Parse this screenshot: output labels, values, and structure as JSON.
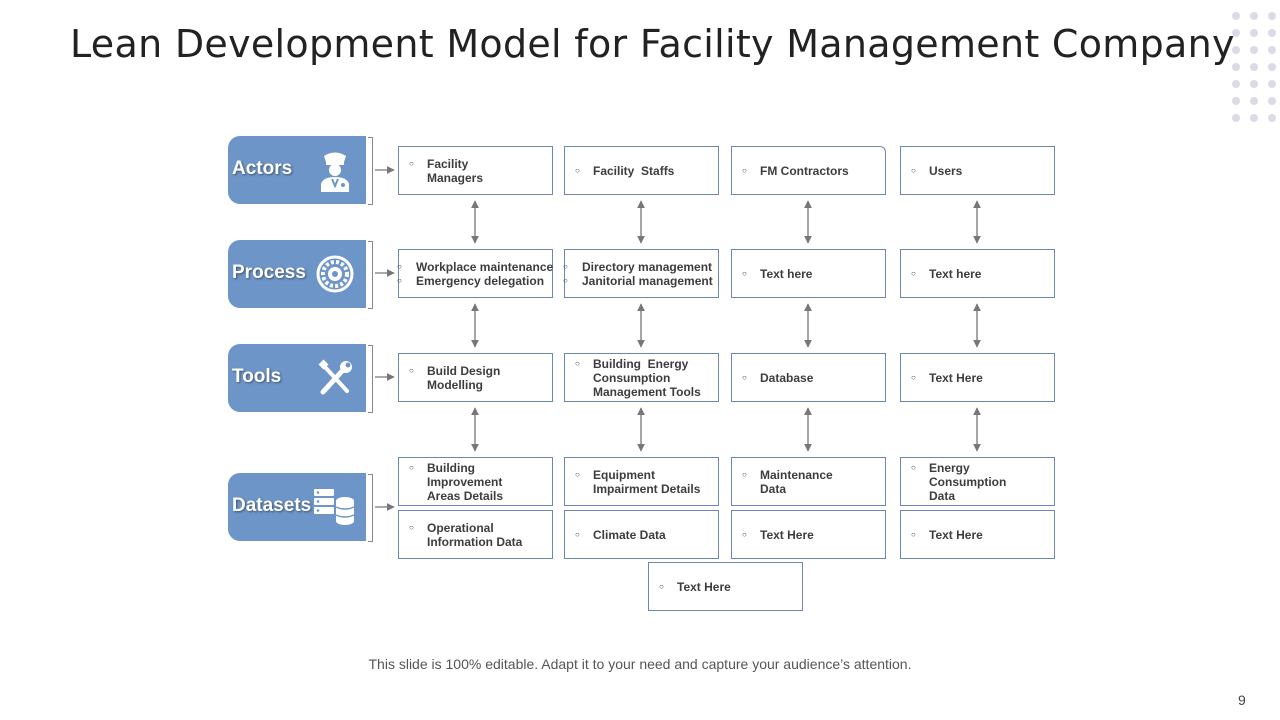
{
  "title": "Lean Development Model for Facility Management Company",
  "categories": [
    {
      "label": "Actors",
      "icon": "police-officer-icon"
    },
    {
      "label": "Process",
      "icon": "gear-circle-icon"
    },
    {
      "label": "Tools",
      "icon": "wrench-screwdriver-icon"
    },
    {
      "label": "Datasets",
      "icon": "database-server-icon"
    }
  ],
  "rows": [
    [
      {
        "items": [
          "Facility Managers"
        ]
      },
      {
        "items": [
          "Facility  Staffs"
        ]
      },
      {
        "items": [
          "FM Contractors"
        ]
      },
      {
        "items": [
          "Users"
        ]
      }
    ],
    [
      {
        "items": [
          "Workplace maintenance",
          "Emergency delegation"
        ]
      },
      {
        "items": [
          "Directory management",
          "Janitorial management"
        ]
      },
      {
        "items": [
          "Text here"
        ]
      },
      {
        "items": [
          "Text here"
        ]
      }
    ],
    [
      {
        "items": [
          "Build Design Modelling"
        ]
      },
      {
        "items": [
          "Building  Energy Consumption Management Tools"
        ]
      },
      {
        "items": [
          "Database"
        ]
      },
      {
        "items": [
          "Text Here"
        ]
      }
    ],
    [
      {
        "items": [
          "Building Improvement Areas Details"
        ]
      },
      {
        "items": [
          "Equipment Impairment Details"
        ]
      },
      {
        "items": [
          "Maintenance Data"
        ]
      },
      {
        "items": [
          "Energy Consumption Data"
        ]
      }
    ],
    [
      {
        "items": [
          "Operational Information Data"
        ]
      },
      {
        "items": [
          "Climate Data"
        ]
      },
      {
        "items": [
          "Text Here"
        ]
      },
      {
        "items": [
          "Text Here"
        ]
      }
    ]
  ],
  "extra_box": {
    "items": [
      "Text Here"
    ]
  },
  "footer": "This slide is 100% editable. Adapt it to your need and capture your audience’s attention.",
  "page_number": "9",
  "colors": {
    "category_fill": "#6e95c7",
    "box_border": "#6b87b3",
    "arrow": "#777777",
    "dots": "#d9dbe6"
  }
}
